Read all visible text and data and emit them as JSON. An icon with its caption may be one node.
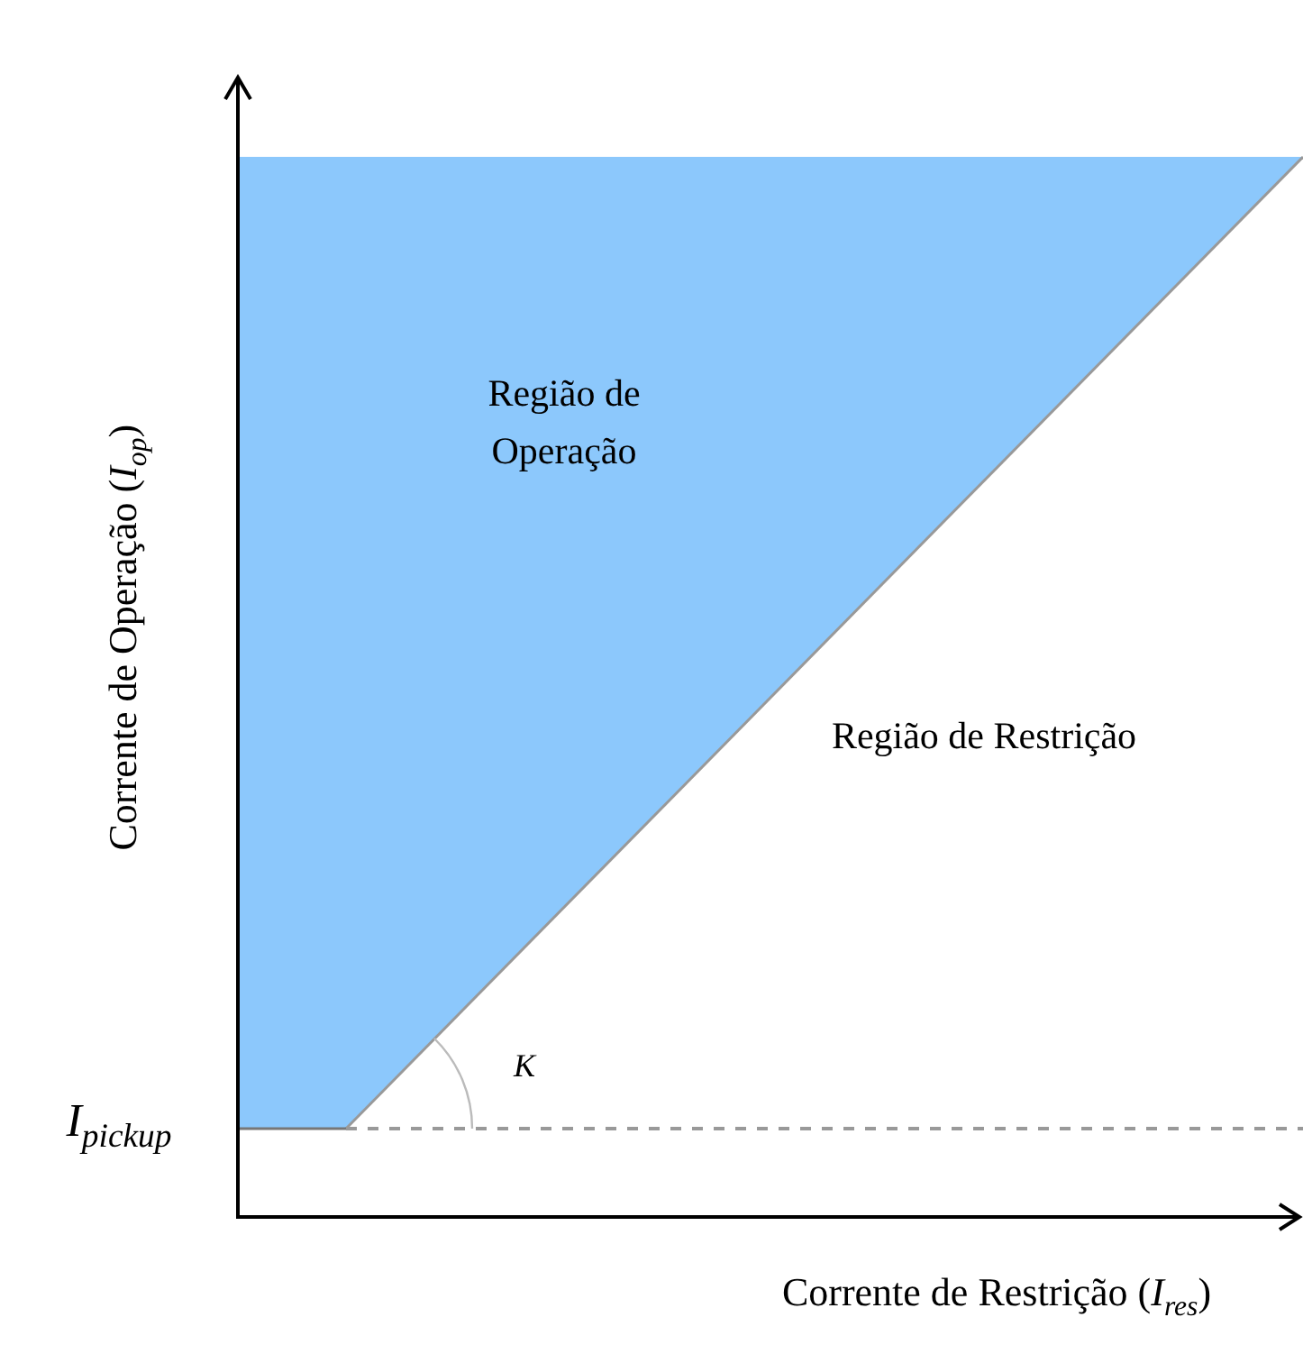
{
  "diagram": {
    "labels": [
      "Região de Operação",
      "Região de Restrição",
      "K",
      "I$_{pickup}$",
      "Corrente de Operação (*I*$_{op}$)",
      "Corrente de Restrição (*I*$_{res}$)"
    ]
  }
}
